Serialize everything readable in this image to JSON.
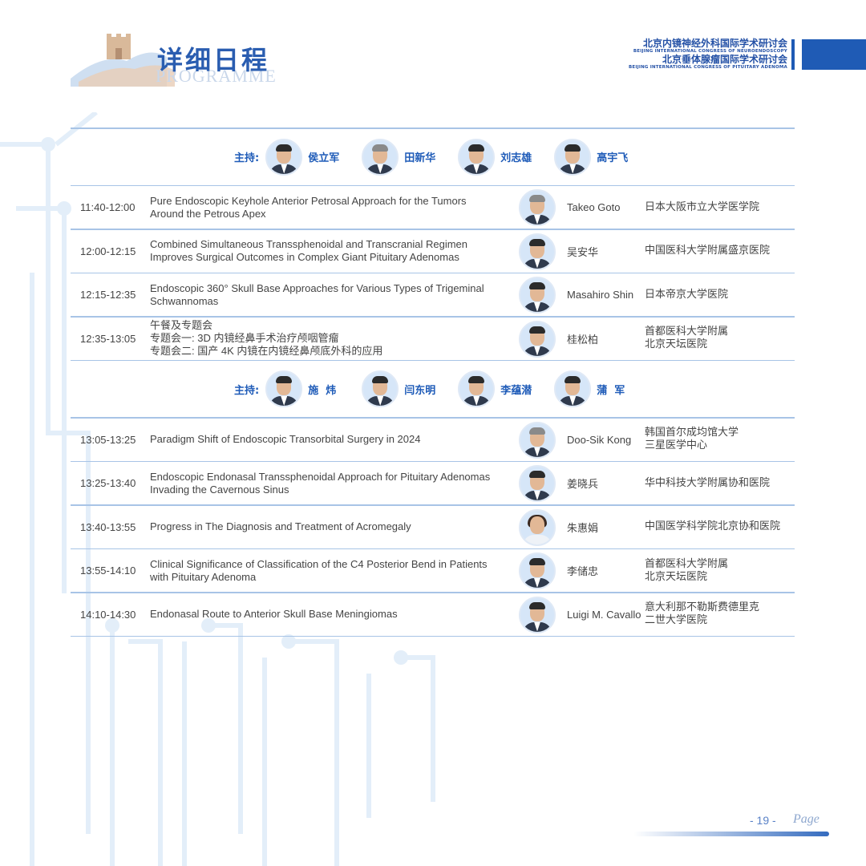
{
  "header": {
    "title": "详细日程",
    "subtitle": "PROGRAMME",
    "conference": {
      "cn1": "北京内镜神经外科国际学术研讨会",
      "en1": "BEIJING INTERNATIONAL CONGRESS OF NEUROENDOSCOPY",
      "cn2": "北京垂体腺瘤国际学术研讨会",
      "en2": "BEIJING INTERNATIONAL CONGRESS OF PITUITARY ADENOMA"
    }
  },
  "session1": {
    "chair_label": "主持:",
    "chairs": [
      "侯立军",
      "田新华",
      "刘志雄",
      "高宇飞"
    ]
  },
  "rows1": [
    {
      "time": "11:40-12:00",
      "topic": [
        "Pure Endoscopic Keyhole Anterior Petrosal Approach for the Tumors",
        "Around the Petrous Apex"
      ],
      "speaker": "Takeo Goto",
      "institution": "日本大阪市立大学医学院"
    },
    {
      "time": "12:00-12:15",
      "topic": [
        "Combined Simultaneous Transsphenoidal and Transcranial Regimen",
        "Improves Surgical Outcomes in Complex Giant Pituitary Adenomas"
      ],
      "speaker": "吴安华",
      "institution": "中国医科大学附属盛京医院"
    },
    {
      "time": "12:15-12:35",
      "topic": [
        "Endoscopic 360° Skull Base Approaches for Various Types of Trigeminal",
        "Schwannomas"
      ],
      "speaker": "Masahiro Shin",
      "institution": "日本帝京大学医院"
    },
    {
      "time": "12:35-13:05",
      "topic": [
        "午餐及专题会",
        "专题会一: 3D 内镜经鼻手术治疗颅咽管瘤",
        "专题会二: 国产 4K 内镜在内镜经鼻颅底外科的应用"
      ],
      "speaker": "桂松柏",
      "institution": "首都医科大学附属\n北京天坛医院"
    }
  ],
  "session2": {
    "chair_label": "主持:",
    "chairs": [
      "施  炜",
      "闫东明",
      "李蕴潜",
      "蒲  军"
    ]
  },
  "rows2": [
    {
      "time": "13:05-13:25",
      "topic": [
        "Paradigm Shift of Endoscopic Transorbital Surgery in 2024"
      ],
      "speaker": "Doo-Sik Kong",
      "institution": "韩国首尔成均馆大学\n三星医学中心"
    },
    {
      "time": "13:25-13:40",
      "topic": [
        "Endoscopic Endonasal Transsphenoidal Approach for Pituitary Adenomas",
        "Invading the Cavernous Sinus"
      ],
      "speaker": "姜晓兵",
      "institution": "华中科技大学附属协和医院"
    },
    {
      "time": "13:40-13:55",
      "topic": [
        "Progress in The Diagnosis and Treatment of Acromegaly"
      ],
      "speaker": "朱惠娟",
      "institution": "中国医学科学院北京协和医院"
    },
    {
      "time": "13:55-14:10",
      "topic": [
        "Clinical Significance of Classification of the C4 Posterior Bend in Patients",
        "with Pituitary Adenoma"
      ],
      "speaker": "李储忠",
      "institution": "首都医科大学附属\n北京天坛医院"
    },
    {
      "time": "14:10-14:30",
      "topic": [
        "Endonasal Route to Anterior Skull Base Meningiomas"
      ],
      "speaker": "Luigi M. Cavallo",
      "institution": "意大利那不勒斯费德里克\n二世大学医院"
    }
  ],
  "footer": {
    "page_number": "- 19 -",
    "page_word": "Page"
  },
  "colors": {
    "accent": "#1e5bb8",
    "rule": "#a8c4e6"
  }
}
